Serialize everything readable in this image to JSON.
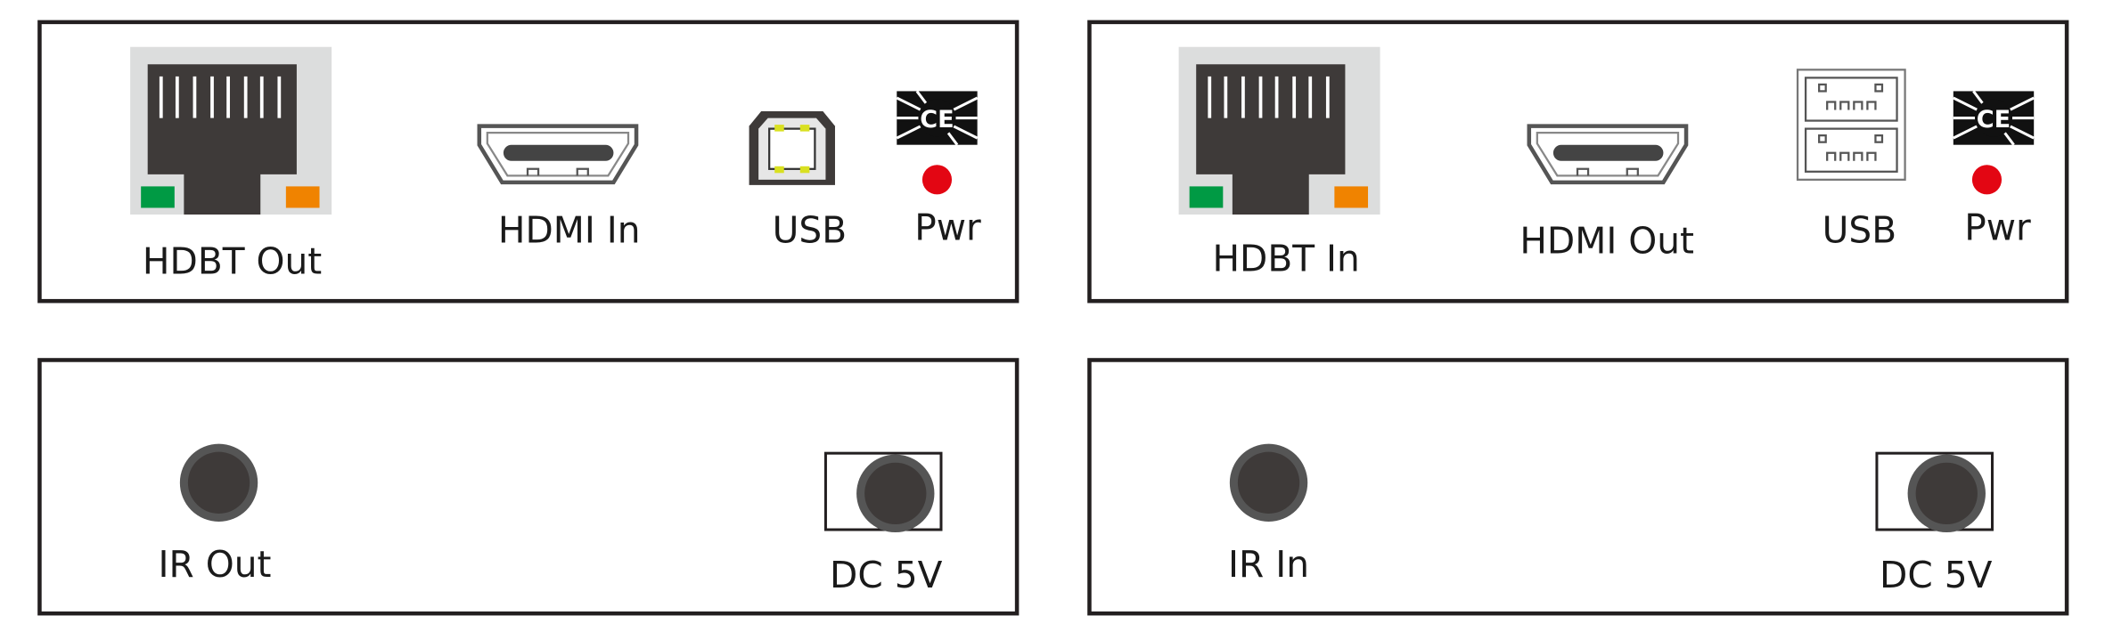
{
  "transmitter": {
    "front": {
      "hdbt_label": "HDBT Out",
      "hdmi_label": "HDMI In",
      "usb_label": "USB",
      "power_label": "Pwr"
    },
    "rear": {
      "ir_label": "IR Out",
      "dc_label": "DC 5V"
    }
  },
  "receiver": {
    "front": {
      "hdbt_label": "HDBT In",
      "hdmi_label": "HDMI Out",
      "usb_label": "USB",
      "power_label": "Pwr"
    },
    "rear": {
      "ir_label": "IR In",
      "dc_label": "DC 5V"
    }
  },
  "colors": {
    "link_led": "#009a44",
    "act_led": "#f08300",
    "power_led": "#e30613",
    "port_body": "#3e3a39",
    "port_bg": "#dcdddd"
  }
}
